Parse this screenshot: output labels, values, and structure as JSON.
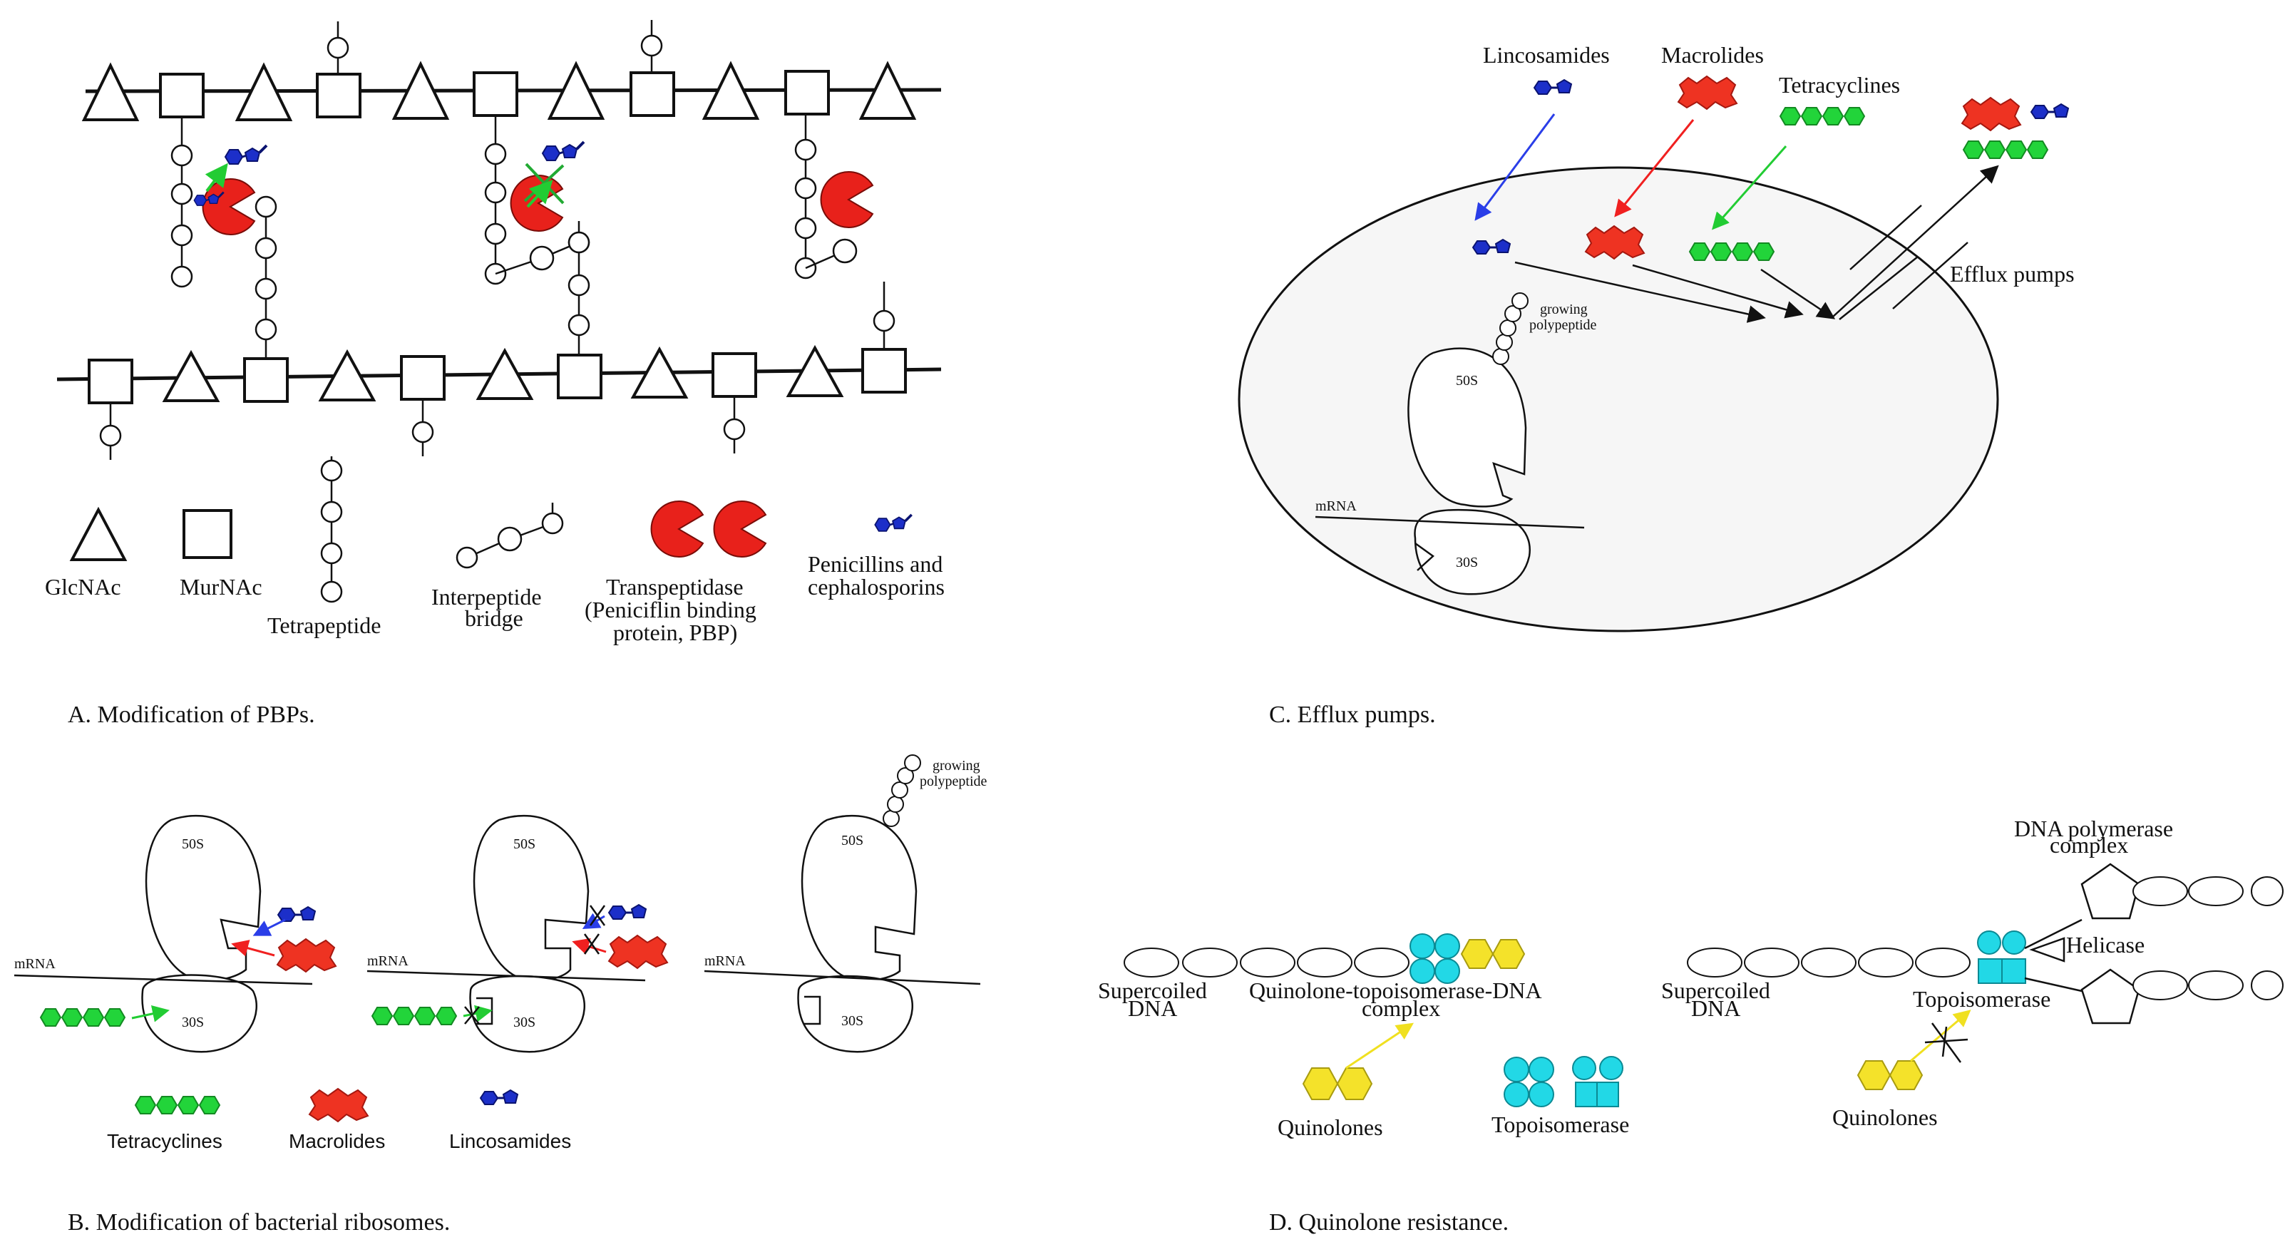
{
  "panelA": {
    "caption": "A. Modification of PBPs.",
    "legend": {
      "glcnac": "GlcNAc",
      "murnac": "MurNAc",
      "tetrapeptide": "Tetrapeptide",
      "bridge_1": "Interpeptide",
      "bridge_2": "bridge",
      "pbp_1": "Transpeptidase",
      "pbp_2": "(Peniciflin binding",
      "pbp_3": "protein, PBP)",
      "pen_1": "Penicillins and",
      "pen_2": "cephalosporins"
    }
  },
  "panelB": {
    "caption": "B. Modification of bacterial ribosomes.",
    "growing_1": "growing",
    "growing_2": "polypeptide",
    "s50": "50S",
    "s30": "30S",
    "mrna": "mRNA",
    "legend": {
      "tetracyclines": "Tetracyclines",
      "macrolides": "Macrolides",
      "lincosamides": "Lincosamides"
    }
  },
  "panelC": {
    "caption": "C. Efflux pumps.",
    "lincosamides": "Lincosamides",
    "macrolides": "Macrolides",
    "tetracyclines": "Tetracyclines",
    "efflux": "Efflux pumps",
    "growing_1": "growing",
    "growing_2": "polypeptide",
    "s50": "50S",
    "s30": "30S",
    "mrna": "mRNA"
  },
  "panelD": {
    "caption": "D. Quinolone resistance.",
    "supercoiled_1": "Supercoiled",
    "supercoiled_2": "DNA",
    "complex_1": "Quinolone-topoisomerase-DNA",
    "complex_2": "complex",
    "quinolones": "Quinolones",
    "topoisomerase": "Topoisomerase",
    "polymerase_1": "DNA polymerase",
    "polymerase_2": "complex",
    "helicase": "Helicase"
  },
  "colors": {
    "pbp": "#e8211b",
    "penicillin": "#1c2fc9",
    "tetracycline": "#22d43a",
    "macrolide": "#ee3322",
    "quinolone": "#f4e22a",
    "topoisomerase": "#22d8e6",
    "arrow_blue": "#2a3ee8",
    "arrow_red": "#f02020",
    "arrow_green": "#22cc33",
    "arrow_yellow": "#f0e020"
  }
}
